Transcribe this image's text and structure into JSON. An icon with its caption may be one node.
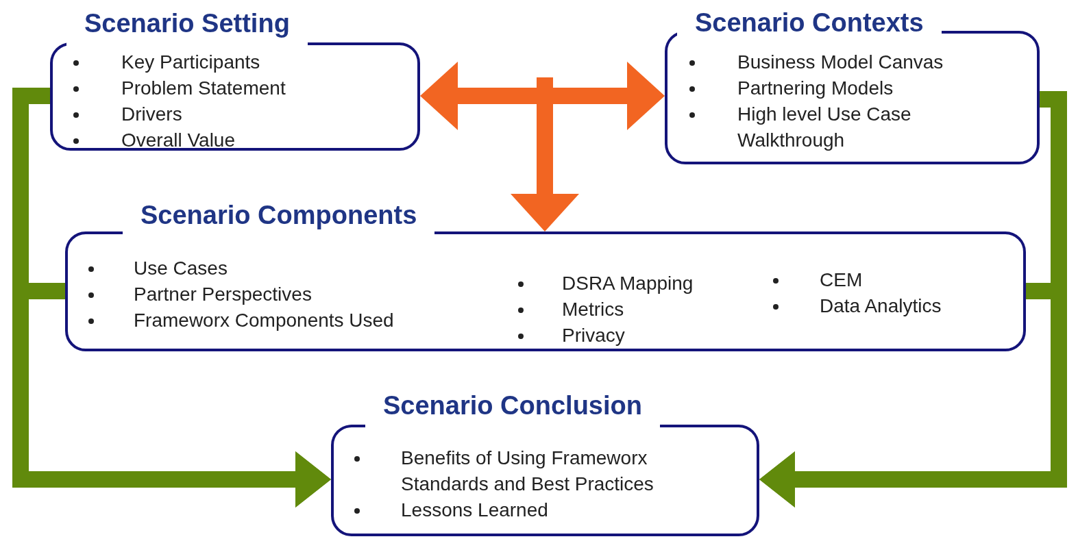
{
  "diagram": {
    "nodes": [
      {
        "text": [
          "Scenario Setting",
          "Key Participants",
          "Problem Statement",
          "Drivers",
          "Overall Value"
        ]
      },
      {
        "text": [
          "Scenario Contexts",
          "Business Model Canvas",
          "Partnering Models",
          "High level Use Case Walkthrough"
        ]
      },
      {
        "text": [
          "Scenario Components",
          "Use Cases",
          "Partner Perspectives",
          "Frameworx Components Used",
          "DSRA Mapping",
          "Metrics",
          "Privacy",
          "CEM",
          "Data Analytics"
        ]
      },
      {
        "text": [
          "Scenario Conclusion",
          "Benefits of Using Frameworx Standards and Best Practices",
          "Lessons Learned"
        ]
      }
    ],
    "edges": [
      {
        "from": 0,
        "to": 1,
        "arrow": "both",
        "color": "#f26522"
      },
      {
        "from": null,
        "to": 2,
        "arrow": "to",
        "color": "#f26522"
      },
      {
        "from": 0,
        "to": 3,
        "arrow": "to"
      },
      {
        "from": 2,
        "to": 3,
        "arrow": "to"
      },
      {
        "from": 1,
        "to": 3,
        "arrow": "to"
      },
      {
        "from": 2,
        "to": 3,
        "arrow": "to"
      }
    ]
  }
}
